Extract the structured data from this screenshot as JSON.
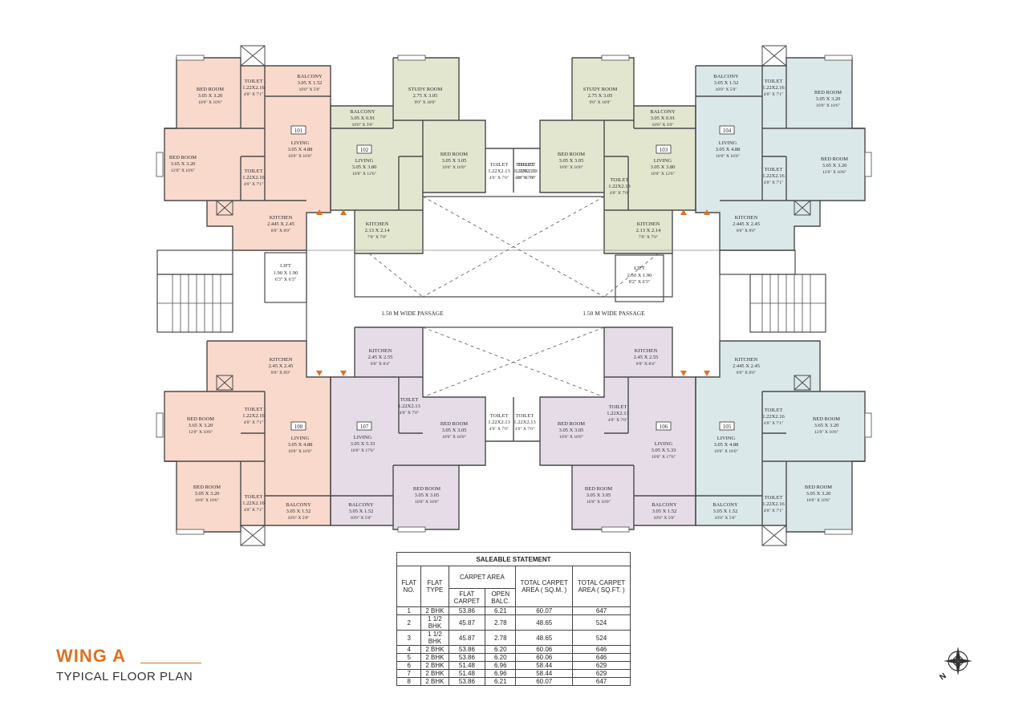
{
  "wing": {
    "title": "WING A",
    "subtitle": "TYPICAL FLOOR PLAN"
  },
  "colors": {
    "flat_101_108": "#f8d9cc",
    "flat_102_103": "#e3e6cf",
    "flat_104_105": "#dbe8ea",
    "flat_106_107": "#e5dce8",
    "accent": "#e0701f"
  },
  "passage": {
    "left": "1.50 M WIDE PASSAGE",
    "right": "1.50 M WIDE PASSAGE"
  },
  "lifts": [
    {
      "label": "LIFT",
      "dims": "1.90 X 1.90",
      "imperial": "6'3\" X 6'3\""
    },
    {
      "label": "LIFT",
      "dims": "2.50 X 1.90",
      "imperial": "8'2\" X 6'3\""
    }
  ],
  "flat_numbers": [
    "101",
    "102",
    "103",
    "104",
    "105",
    "106",
    "107",
    "108"
  ],
  "rooms": [
    {
      "name": "BED ROOM",
      "dims": "3.05 X 3.20",
      "imperial": "10'0\" X 10'6\""
    },
    {
      "name": "BALCONY",
      "dims": "3.05 X 1.52",
      "imperial": "10'0\" X 5'0\""
    },
    {
      "name": "TOILET",
      "dims": "1.22X2.16",
      "imperial": "4'0\" X 7'1\""
    },
    {
      "name": "LIVING",
      "dims": "3.05 X 4.88",
      "imperial": "10'0\" X 16'0\""
    },
    {
      "name": "BED ROOM",
      "dims": "3.65 X 3.20",
      "imperial": "12'0\" X 10'6\""
    },
    {
      "name": "TOILET",
      "dims": "1.22X2.16",
      "imperial": "4'0\" X 7'1\""
    },
    {
      "name": "KITCHEN",
      "dims": "2.445 X 2.45",
      "imperial": "8'0\" X 8'0\""
    },
    {
      "name": "STUDY ROOM",
      "dims": "2.75 X 3.05",
      "imperial": "9'0\" X 10'0\""
    },
    {
      "name": "BALCONY",
      "dims": "3.05 X 0.91",
      "imperial": "10'0\" X 3'0\""
    },
    {
      "name": "LIVING",
      "dims": "3.05 X 3.80",
      "imperial": "10'0\" X 12'6\""
    },
    {
      "name": "BED ROOM",
      "dims": "3.05 X 3.05",
      "imperial": "10'0\" X 10'0\""
    },
    {
      "name": "TOILET",
      "dims": "1.22X2.13",
      "imperial": "4'0\" X 7'0\""
    },
    {
      "name": "KITCHEN",
      "dims": "2.13 X 2.14",
      "imperial": "7'0\" X 7'0\""
    },
    {
      "name": "TOILET",
      "dims": "1.22X2.13",
      "imperial": "4'0\" X 7'0\""
    },
    {
      "name": "STUDY ROOM",
      "dims": "2.75 X 3.05",
      "imperial": "9'0\" X 10'0\""
    },
    {
      "name": "BALCONY",
      "dims": "3.05 X 0.91",
      "imperial": "10'0\" X 3'0\""
    },
    {
      "name": "BED ROOM",
      "dims": "3.05 X 3.05",
      "imperial": "10'0\" X 10'0\""
    },
    {
      "name": "LIVING",
      "dims": "3.05 X 3.80",
      "imperial": "10'0\" X 12'6\""
    },
    {
      "name": "TOILET",
      "dims": "1.22X2.13",
      "imperial": "4'0\" X 7'0\""
    },
    {
      "name": "TOILET",
      "dims": "1.22X2.13",
      "imperial": "4'0\" X 7'0\""
    },
    {
      "name": "KITCHEN",
      "dims": "2.13 X 2.14",
      "imperial": "7'0\" X 7'0\""
    },
    {
      "name": "BALCONY",
      "dims": "3.05 X 1.52",
      "imperial": "10'0\" X 5'0\""
    },
    {
      "name": "TOILET",
      "dims": "1.22X2.16",
      "imperial": "4'0\" X 7'1\""
    },
    {
      "name": "BED ROOM",
      "dims": "3.05 X 3.20",
      "imperial": "10'0\" X 10'6\""
    },
    {
      "name": "LIVING",
      "dims": "3.05 X 4.88",
      "imperial": "10'0\" X 16'0\""
    },
    {
      "name": "BED ROOM",
      "dims": "3.65 X 3.20",
      "imperial": "12'0\" X 10'6\""
    },
    {
      "name": "TOILET",
      "dims": "1.22X2.16",
      "imperial": "4'0\" X 7'1\""
    },
    {
      "name": "KITCHEN",
      "dims": "2.445 X 2.45",
      "imperial": "8'0\" X 8'0\""
    },
    {
      "name": "KITCHEN",
      "dims": "2.45 X 2.45",
      "imperial": "8'0\" X 8'0\""
    },
    {
      "name": "TOILET",
      "dims": "1.22X2.16",
      "imperial": "4'0\" X 7'1\""
    },
    {
      "name": "BED ROOM",
      "dims": "3.65 X 3.20",
      "imperial": "12'0\" X 10'6\""
    },
    {
      "name": "LIVING",
      "dims": "3.05 X 4.88",
      "imperial": "10'0\" X 16'0\""
    },
    {
      "name": "BED ROOM",
      "dims": "3.05 X 3.20",
      "imperial": "10'0\" X 10'6\""
    },
    {
      "name": "TOILET",
      "dims": "1.22X2.16",
      "imperial": "4'0\" X 7'1\""
    },
    {
      "name": "BALCONY",
      "dims": "3.05 X 1.52",
      "imperial": "10'0\" X 5'0\""
    },
    {
      "name": "KITCHEN",
      "dims": "2.45 X 2.55",
      "imperial": "8'0\" X 8'4\""
    },
    {
      "name": "TOILET",
      "dims": "1.22X2.13",
      "imperial": "4'0\" X 7'0\""
    },
    {
      "name": "LIVING",
      "dims": "3.05 X 5.33",
      "imperial": "10'0\" X 17'6\""
    },
    {
      "name": "BED ROOM",
      "dims": "3.05 X 3.05",
      "imperial": "10'0\" X 10'0\""
    },
    {
      "name": "TOILET",
      "dims": "1.22X2.13",
      "imperial": "4'0\" X 7'0\""
    },
    {
      "name": "BED ROOM",
      "dims": "3.05 X 3.05",
      "imperial": "10'0\" X 10'0\""
    },
    {
      "name": "BALCONY",
      "dims": "3.05 X 1.52",
      "imperial": "10'0\" X 5'0\""
    },
    {
      "name": "KITCHEN",
      "dims": "2.45 X 2.55",
      "imperial": "8'0\" X 8'4\""
    },
    {
      "name": "TOILET",
      "dims": "1.22X2.13",
      "imperial": "4'0\" X 7'0\""
    },
    {
      "name": "TOILET",
      "dims": "1.22X2.13",
      "imperial": "4'0\" X 7'0\""
    },
    {
      "name": "BED ROOM",
      "dims": "3.05 X 3.05",
      "imperial": "10'0\" X 10'0\""
    },
    {
      "name": "LIVING",
      "dims": "3.05 X 5.33",
      "imperial": "10'0\" X 17'6\""
    },
    {
      "name": "BED ROOM",
      "dims": "3.05 X 3.05",
      "imperial": "10'0\" X 10'0\""
    },
    {
      "name": "BALCONY",
      "dims": "3.05 X 1.52",
      "imperial": "10'0\" X 5'0\""
    },
    {
      "name": "KITCHEN",
      "dims": "2.445 X 2.45",
      "imperial": "8'0\" X 8'0\""
    },
    {
      "name": "TOILET",
      "dims": "1.22X2.16",
      "imperial": "4'0\" X 7'1\""
    },
    {
      "name": "BED ROOM",
      "dims": "3.65 X 3.20",
      "imperial": "12'0\" X 10'6\""
    },
    {
      "name": "LIVING",
      "dims": "3.05 X 4.88",
      "imperial": "10'0\" X 16'0\""
    },
    {
      "name": "TOILET",
      "dims": "1.22X2.16",
      "imperial": "4'0\" X 7'1\""
    },
    {
      "name": "BED ROOM",
      "dims": "3.05 X 3.20",
      "imperial": "10'0\" X 10'6\""
    },
    {
      "name": "BALCONY",
      "dims": "3.05 X 1.52",
      "imperial": "10'0\" X 5'0\""
    }
  ],
  "saleable_statement": {
    "title": "SALEABLE STATEMENT",
    "headers": {
      "flat_no": "FLAT NO.",
      "flat_type": "FLAT TYPE",
      "carpet_area": "CARPET AREA",
      "flat_carpet": "FLAT CARPET",
      "open_balc": "OPEN BALC.",
      "total_sqm": "TOTAL CARPET AREA ( SQ.M. )",
      "total_sqft": "TOTAL CARPET AREA ( SQ.FT. )"
    },
    "rows": [
      {
        "flat_no": "1",
        "type": "2 BHK",
        "carpet": "53.86",
        "balc": "6.21",
        "sqm": "60.07",
        "sqft": "647"
      },
      {
        "flat_no": "2",
        "type": "1 1/2 BHK",
        "carpet": "45.87",
        "balc": "2.78",
        "sqm": "48.65",
        "sqft": "524"
      },
      {
        "flat_no": "3",
        "type": "1 1/2 BHK",
        "carpet": "45.87",
        "balc": "2.78",
        "sqm": "48.65",
        "sqft": "524"
      },
      {
        "flat_no": "4",
        "type": "2 BHK",
        "carpet": "53.86",
        "balc": "6.20",
        "sqm": "60.06",
        "sqft": "646"
      },
      {
        "flat_no": "5",
        "type": "2 BHK",
        "carpet": "53.86",
        "balc": "6.20",
        "sqm": "60.06",
        "sqft": "646"
      },
      {
        "flat_no": "6",
        "type": "2 BHK",
        "carpet": "51.48",
        "balc": "6.96",
        "sqm": "58.44",
        "sqft": "629"
      },
      {
        "flat_no": "7",
        "type": "2 BHK",
        "carpet": "51.48",
        "balc": "6.96",
        "sqm": "58.44",
        "sqft": "629"
      },
      {
        "flat_no": "8",
        "type": "2 BHK",
        "carpet": "53.86",
        "balc": "6.21",
        "sqm": "60.07",
        "sqft": "647"
      }
    ]
  },
  "compass_label": "N"
}
